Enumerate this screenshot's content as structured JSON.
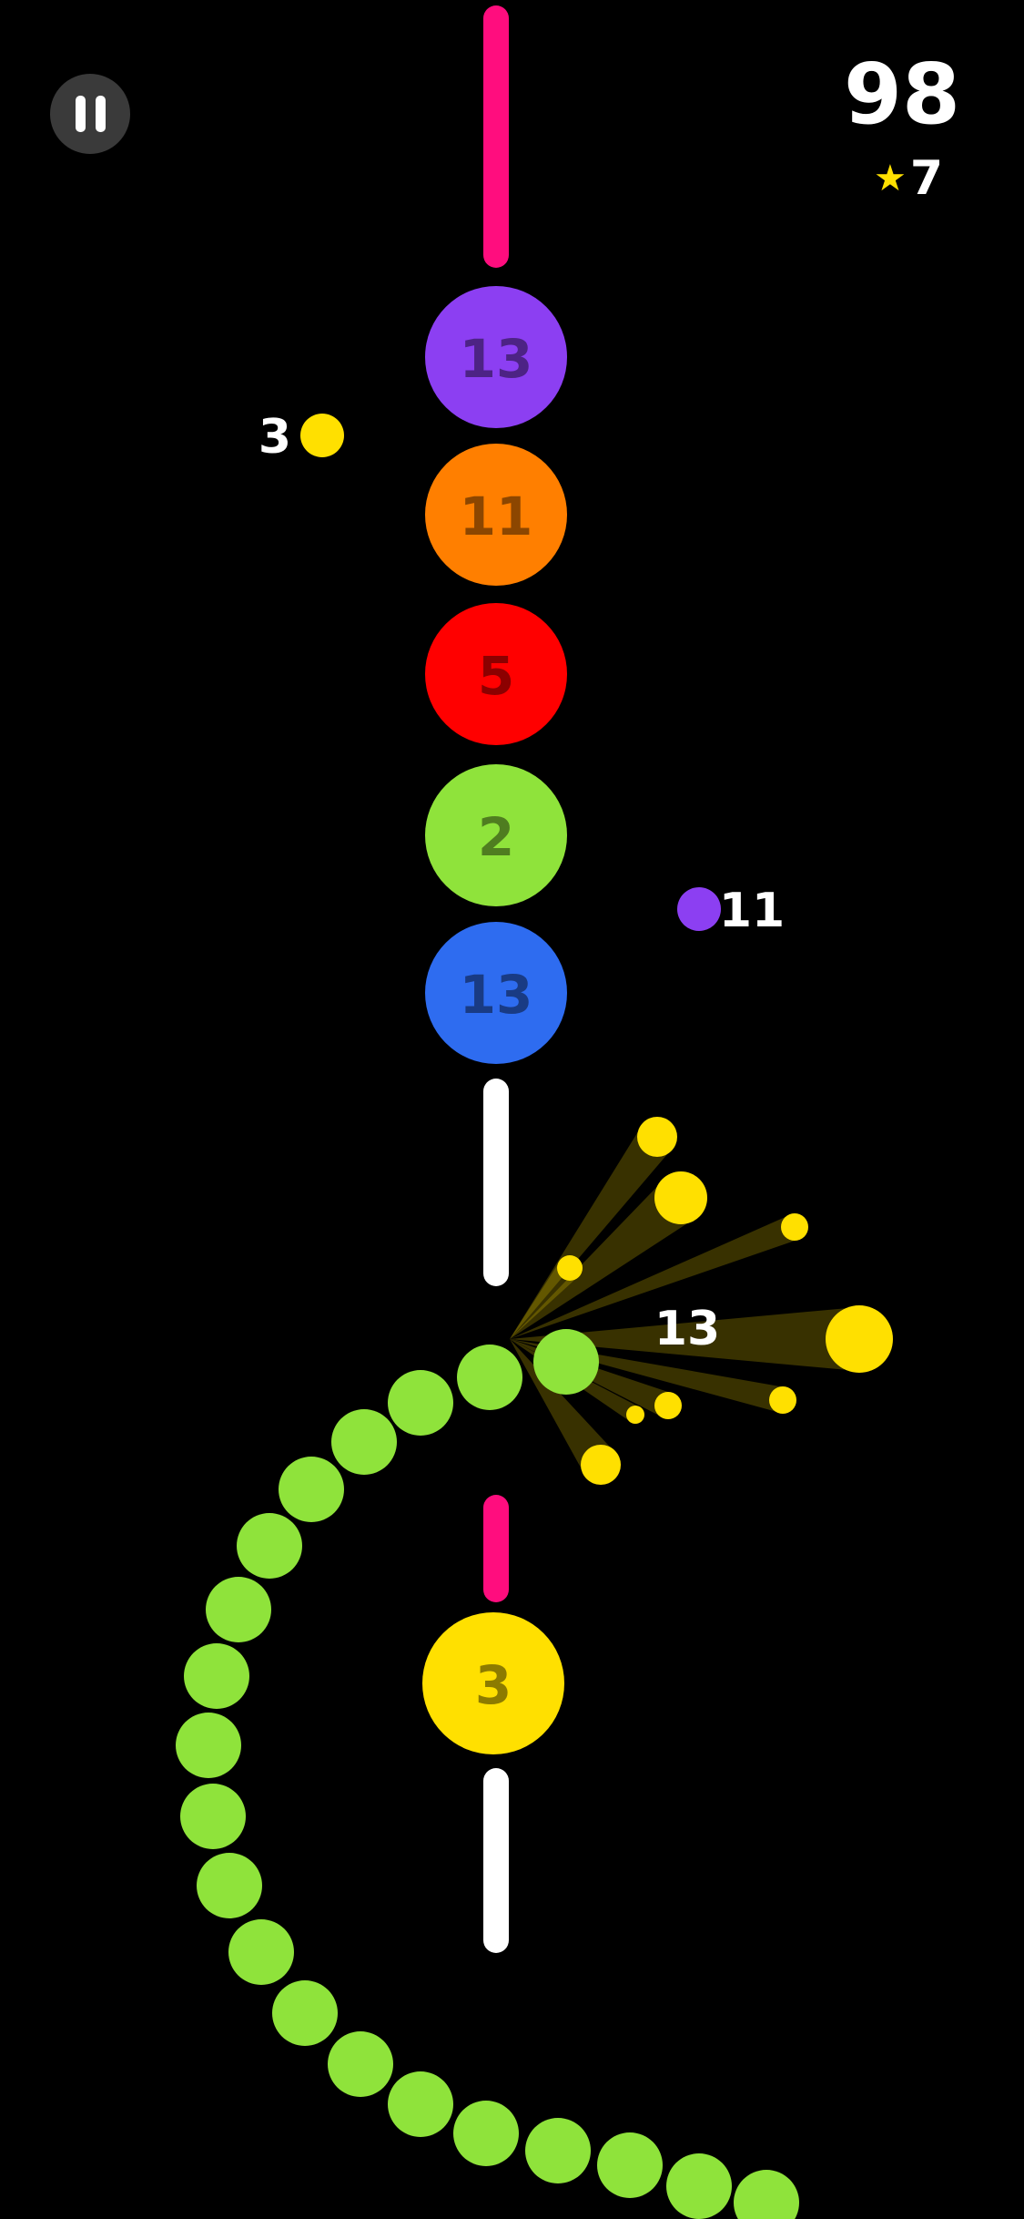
{
  "hud": {
    "score": "98",
    "stars": "7",
    "pause_icon": "pause-icon",
    "star_icon": "star-icon"
  },
  "colors": {
    "background": "#000000",
    "snake": "#8fe33b",
    "pink": "#ff0d7e",
    "white": "#ffffff",
    "yellow": "#ffe000",
    "purple": "#8c3ff2",
    "orange": "#ff7f00",
    "red": "#ff0000",
    "green": "#8fe33b",
    "blue": "#2e6cf0"
  },
  "barrier_stack": [
    {
      "number": "13",
      "color": "purple"
    },
    {
      "number": "11",
      "color": "orange"
    },
    {
      "number": "5",
      "color": "red"
    },
    {
      "number": "2",
      "color": "green"
    },
    {
      "number": "13",
      "color": "blue"
    }
  ],
  "lower_block": {
    "number": "3",
    "color": "yellow"
  },
  "pickups": [
    {
      "number": "3",
      "color": "yellow"
    },
    {
      "number": "11",
      "color": "purple"
    }
  ],
  "burst": {
    "label": "13",
    "color": "yellow"
  },
  "snake": {
    "color": "green"
  }
}
